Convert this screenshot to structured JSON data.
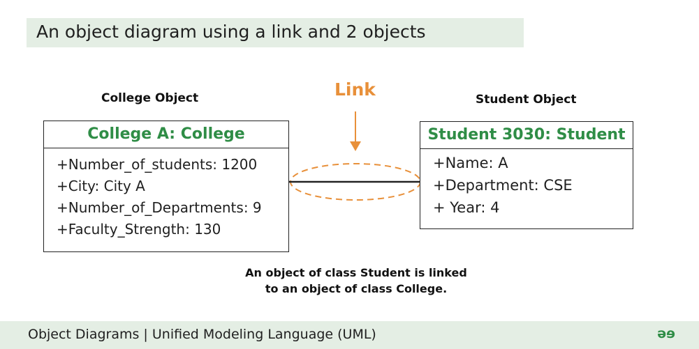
{
  "title": "An object diagram using a link and 2 objects",
  "college": {
    "caption": "College Object",
    "header": "College A: College",
    "attributes": [
      "+Number_of_students: 1200",
      "+City: City A",
      "+Number_of_Departments: 9",
      "+Faculty_Strength: 130"
    ]
  },
  "student": {
    "caption": "Student Object",
    "header": "Student 3030: Student",
    "attributes": [
      "+Name: A",
      "+Department: CSE",
      "+ Year: 4"
    ]
  },
  "link": {
    "label": "Link"
  },
  "note": {
    "line1": "An object of class Student is linked",
    "line2": "to an object of class College."
  },
  "footer": {
    "text": "Object Diagrams | Unified Modeling Language (UML)",
    "logo": "əɘ"
  },
  "colors": {
    "accent_green": "#2f8d46",
    "link_orange": "#e8903a",
    "band": "#e4eee4"
  }
}
